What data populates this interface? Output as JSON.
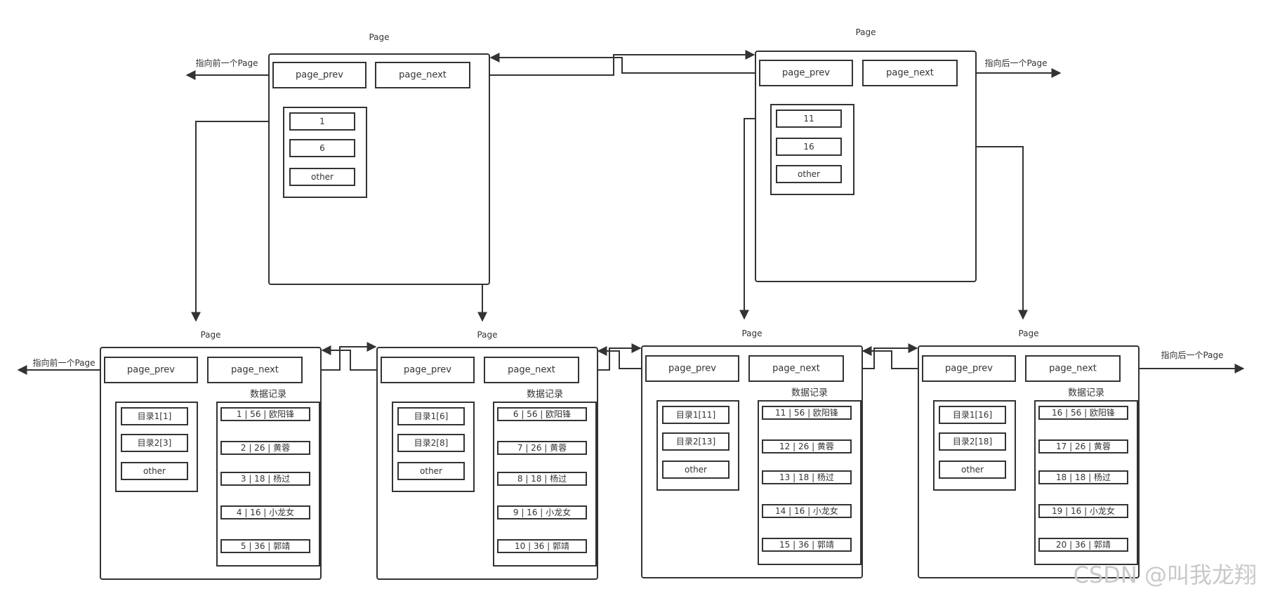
{
  "labels": {
    "page": "Page",
    "page_prev": "page_prev",
    "page_next": "page_next",
    "other": "other",
    "data_records": "数据记录",
    "to_prev_page": "指向前一个Page",
    "to_next_page": "指向后一个Page"
  },
  "top_pages": [
    {
      "keys": [
        "1",
        "6"
      ]
    },
    {
      "keys": [
        "11",
        "16"
      ]
    }
  ],
  "leaf_pages": [
    {
      "dirs": [
        "目录1[1]",
        "目录2[3]"
      ],
      "records": [
        "1 | 56 | 欧阳锋",
        "2 | 26 | 黄蓉",
        "3 | 18 | 杨过",
        "4 | 16 | 小龙女",
        "5 | 36 | 郭靖"
      ]
    },
    {
      "dirs": [
        "目录1[6]",
        "目录2[8]"
      ],
      "records": [
        "6 | 56 | 欧阳锋",
        "7 | 26 | 黄蓉",
        "8 | 18 | 杨过",
        "9 | 16 | 小龙女",
        "10 | 36 | 郭靖"
      ]
    },
    {
      "dirs": [
        "目录1[11]",
        "目录2[13]"
      ],
      "records": [
        "11 | 56 | 欧阳锋",
        "12 | 26 | 黄蓉",
        "13 | 18 | 杨过",
        "14 | 16 | 小龙女",
        "15 | 36 | 郭靖"
      ]
    },
    {
      "dirs": [
        "目录1[16]",
        "目录2[18]"
      ],
      "records": [
        "16 | 56 | 欧阳锋",
        "17 | 26 | 黄蓉",
        "18 | 18 | 杨过",
        "19 | 16 | 小龙女",
        "20 | 36 | 郭靖"
      ]
    }
  ],
  "watermark": "CSDN @叫我龙翔"
}
